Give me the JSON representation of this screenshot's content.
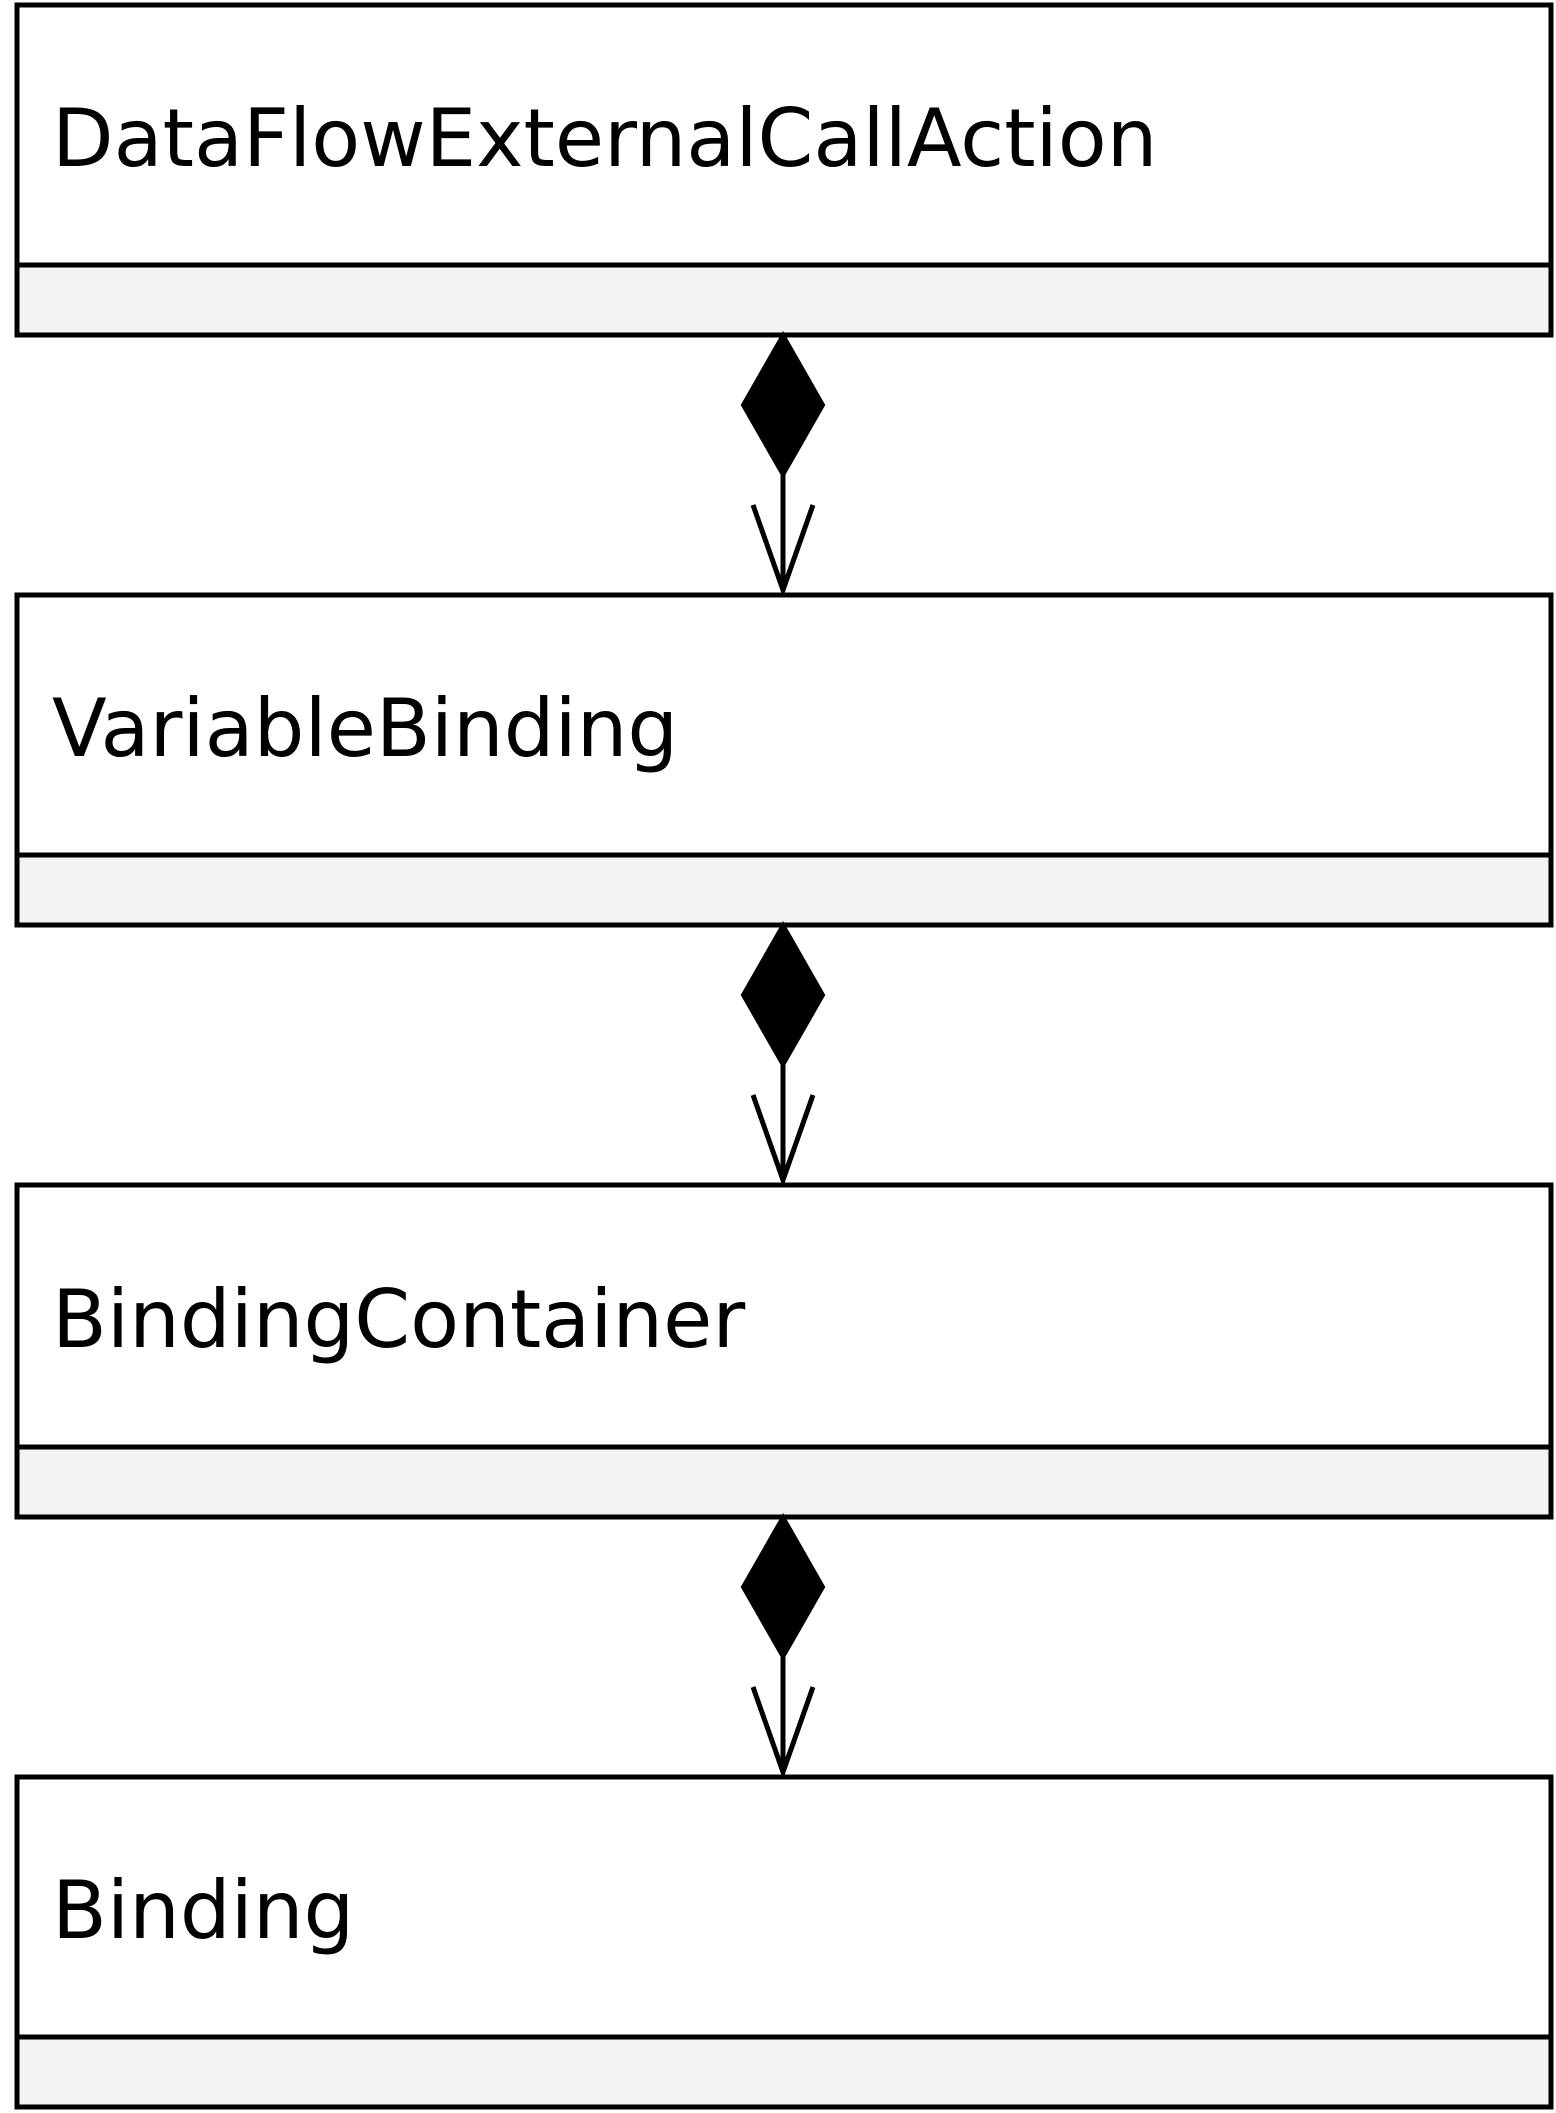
{
  "diagram": {
    "type": "uml-class-diagram",
    "classes": [
      {
        "id": "dataflow-external-call-action",
        "name": "DataFlowExternalCallAction"
      },
      {
        "id": "variable-binding",
        "name": "VariableBinding"
      },
      {
        "id": "binding-container",
        "name": "BindingContainer"
      },
      {
        "id": "binding",
        "name": "Binding"
      }
    ],
    "relationships": [
      {
        "from": "DataFlowExternalCallAction",
        "to": "VariableBinding",
        "kind": "composition",
        "navigable_to_target": true
      },
      {
        "from": "VariableBinding",
        "to": "BindingContainer",
        "kind": "composition",
        "navigable_to_target": true
      },
      {
        "from": "BindingContainer",
        "to": "Binding",
        "kind": "composition",
        "navigable_to_target": true
      }
    ],
    "colors": {
      "border": "#000000",
      "class_fill": "#ffffff",
      "attributes_compartment_fill": "#f2f2f2",
      "diamond_fill": "#000000",
      "text": "#000000"
    }
  }
}
